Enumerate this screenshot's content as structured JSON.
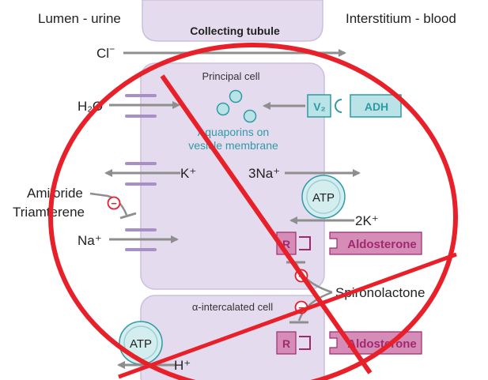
{
  "labels": {
    "lumen": "Lumen - urine",
    "interstitium": "Interstitium - blood",
    "tubule": "Collecting tubule",
    "chloride": "Cl",
    "chloride_sup": "−",
    "principal_cell": "Principal cell",
    "water": "H₂O",
    "aquaporins_line1": "Aquaporins on",
    "aquaporins_line2": "vesicle membrane",
    "v2": "V₂",
    "adh": "ADH",
    "potassium": "K⁺",
    "sodium_3": "3Na⁺",
    "atp_top": "ATP",
    "potassium_2": "2K⁺",
    "amiloride": "Amiloride",
    "triamterene": "Triamterene",
    "sodium": "Na⁺",
    "receptor_top": "R",
    "aldosterone_top": "Aldosterone",
    "inhibit_symbol": "−",
    "spironolactone": "Spironolactone",
    "intercalated_cell": "α-intercalated cell",
    "receptor_bottom": "R",
    "aldosterone_bottom": "Aldosterone",
    "atp_bottom": "ATP",
    "proton": "H⁺"
  },
  "colors": {
    "cell_fill": "#e4dcee",
    "cell_stroke": "#cbbedd",
    "channel": "#a98fc7",
    "arrow": "#8e8e8e",
    "teal": "#2f9aa6",
    "teal_fill": "#b9e3e6",
    "receptor": "#d58db8",
    "receptor_text": "#a0296e",
    "inhibit": "#e31e2a",
    "strike": "#e8202a"
  }
}
